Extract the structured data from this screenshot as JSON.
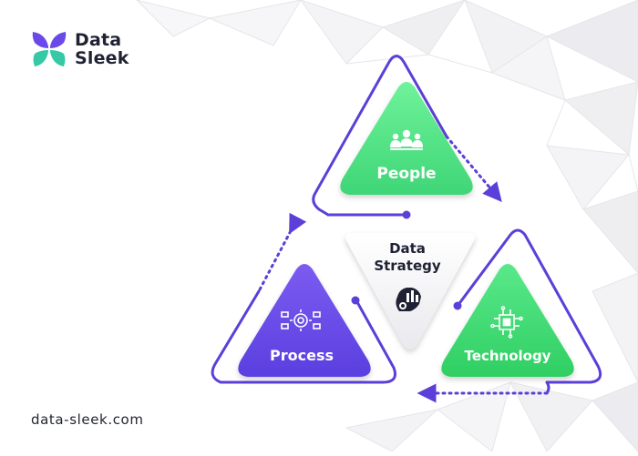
{
  "brand": {
    "line1": "Data",
    "line2": "Sleek",
    "logo_icon": "butterfly-logo-icon",
    "logo_colors": [
      "#6a49e8",
      "#36c9a6"
    ]
  },
  "footer": {
    "url": "data-sleek.com"
  },
  "diagram": {
    "center": {
      "line1": "Data",
      "line2": "Strategy",
      "icon": "brain-gear-icon"
    },
    "nodes": {
      "people": {
        "label": "People",
        "icon": "people-group-icon",
        "color": "#4ee083"
      },
      "process": {
        "label": "Process",
        "icon": "process-gear-icon",
        "color": "#6a49e8"
      },
      "technology": {
        "label": "Technology",
        "icon": "circuit-chip-icon",
        "color": "#3ed46f"
      }
    },
    "outline_color": "#5b3fd8"
  }
}
